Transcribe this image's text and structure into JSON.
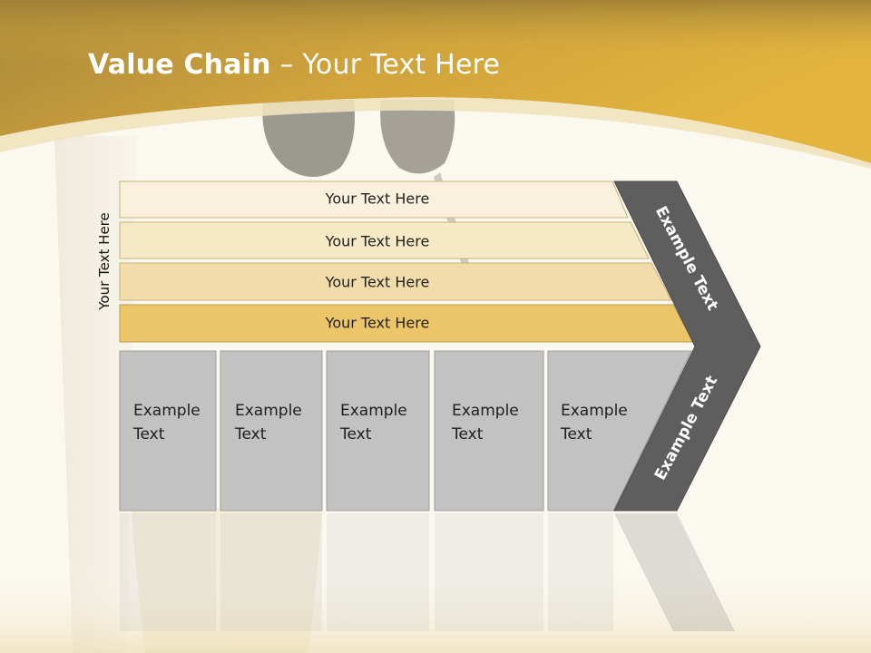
{
  "title": {
    "bold": "Value Chain",
    "rest": " – Your Text Here"
  },
  "side_label": "Your Text Here",
  "bars": [
    {
      "label": "Your Text Here"
    },
    {
      "label": "Your Text Here"
    },
    {
      "label": "Your Text Here"
    },
    {
      "label": "Your Text Here"
    }
  ],
  "columns": [
    {
      "label_line1": "Example",
      "label_line2": "Text"
    },
    {
      "label_line1": "Example",
      "label_line2": "Text"
    },
    {
      "label_line1": "Example",
      "label_line2": "Text"
    },
    {
      "label_line1": "Example",
      "label_line2": "Text"
    },
    {
      "label_line1": "Example",
      "label_line2": "Text"
    }
  ],
  "arrow": {
    "upper_label": "Example Text",
    "lower_label": "Example Text"
  },
  "colors": {
    "header_gold": "#d9ab3a",
    "bar_fills": [
      "#f9f1dc",
      "#f6e9c6",
      "#f2ddaa",
      "#ecc569"
    ],
    "column_fill": "#c2c2c2",
    "arrow_fill": "#5e5e5e"
  }
}
